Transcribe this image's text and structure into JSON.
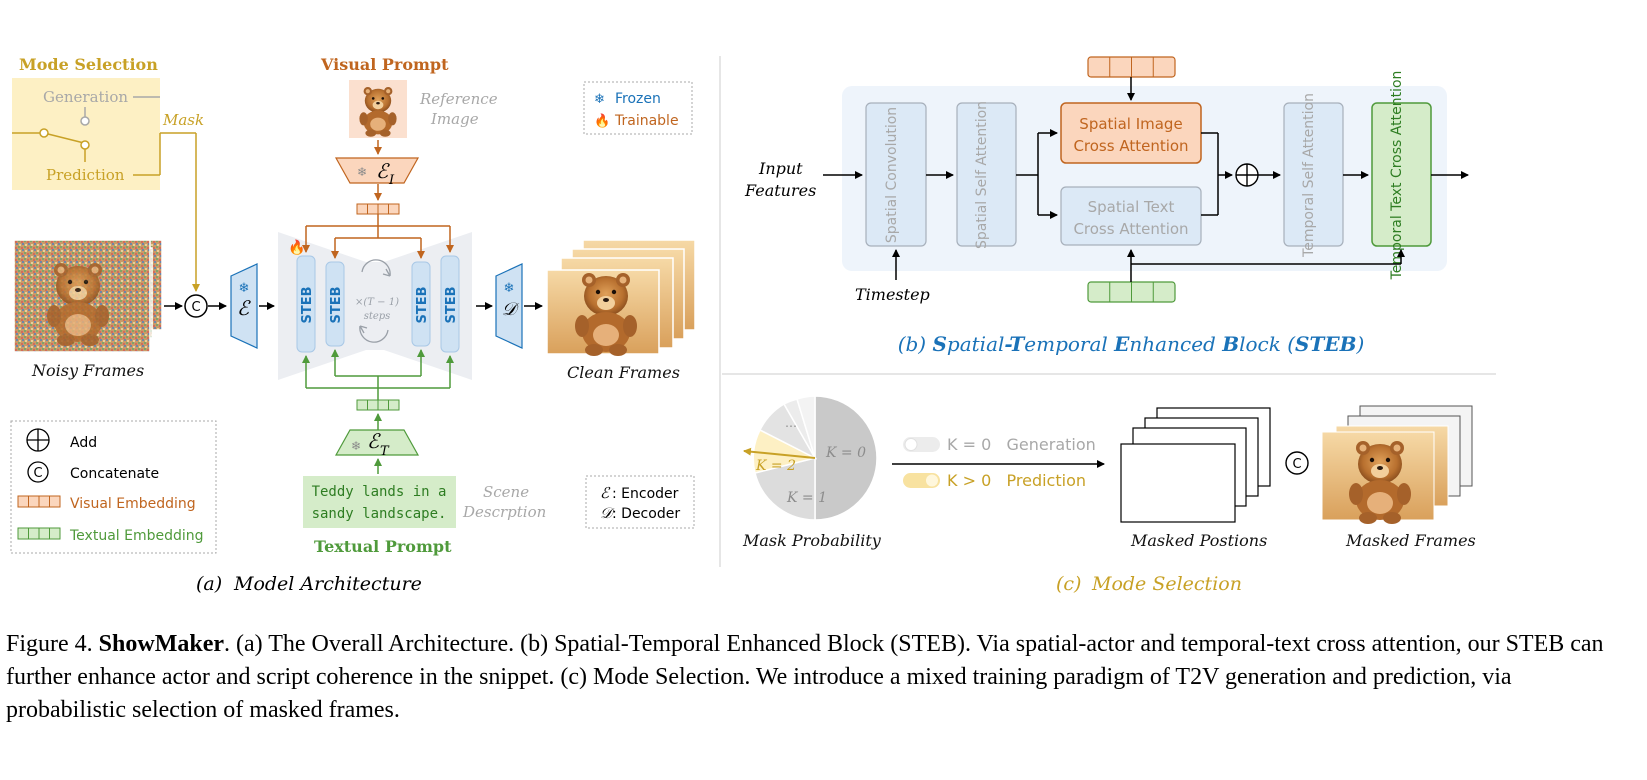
{
  "colors": {
    "yellow_fill": "#fdf0c4",
    "gold": "#c8a126",
    "orange": "#c0651f",
    "orange_fill": "#fbd6bd",
    "blue": "#1a72b8",
    "blue_fill": "#cfe2f3",
    "light_blue_bg": "#eef4fb",
    "green": "#4f9a3b",
    "green_fill": "#d5ecc9",
    "gray_text": "#a8a8a8"
  },
  "icons": {
    "frozen": "snowflake-icon",
    "trainable": "flame-icon",
    "add": "circled-plus-icon",
    "concatenate": "circled-c-icon"
  },
  "panel_a": {
    "mode_selection_title": "Mode Selection",
    "generation": "Generation",
    "prediction": "Prediction",
    "mask": "Mask",
    "visual_prompt_title": "Visual Prompt",
    "reference_image_1": "Reference",
    "reference_image_2": "Image",
    "frozen": "Frozen",
    "trainable": "Trainable",
    "encoder_image": "ℰ",
    "encoder_image_sub": "I",
    "encoder_text": "ℰ",
    "encoder_text_sub": "T",
    "encoder_symbol": "ℰ",
    "decoder_symbol": "𝒟",
    "concat_symbol": "C",
    "steb": "STEB",
    "steps_1": "×(T − 1)",
    "steps_2": "steps",
    "noisy_frames": "Noisy Frames",
    "clean_frames": "Clean Frames",
    "legend_add": "Add",
    "legend_concatenate": "Concatenate",
    "legend_visual_embedding": "Visual Embedding",
    "legend_textual_embedding": "Textual  Embedding",
    "prompt_line_1": "Teddy lands in a",
    "prompt_line_2": "sandy landscape.",
    "scene_1": "Scene",
    "scene_2": "Descrption",
    "encoder_label": ": Encoder",
    "decoder_label": ": Decoder",
    "textual_prompt_title": "Textual Prompt",
    "subtitle_prefix": "(a)",
    "subtitle": "Model Architecture"
  },
  "panel_b": {
    "input_1": "Input",
    "input_2": "Features",
    "timestep": "Timestep",
    "spatial_convolution": "Spatial Convolution",
    "spatial_self_attention": "Spatial Self Attention",
    "spatial_image_1": "Spatial Image",
    "spatial_image_2": "Cross Attention",
    "spatial_text_1": "Spatial Text",
    "spatial_text_2": "Cross Attention",
    "temporal_self_attention": "Temporal Self Attention",
    "temporal_text_cross_attention": "Temporal Text Cross Attention",
    "subtitle_prefix": "(b)",
    "subtitle_parts": [
      "S",
      "patial",
      "-T",
      "emporal ",
      "E",
      "nhanced ",
      "B",
      "lock (",
      "STEB",
      ")"
    ]
  },
  "panel_c": {
    "pie_k0": "K = 0",
    "pie_k1": "K = 1",
    "pie_k2": "K = 2",
    "pie_dots": "…",
    "mask_probability": "Mask Probability",
    "row_generation": "K = 0   Generation",
    "row_prediction": "K > 0   Prediction",
    "masked_positions": "Masked Postions",
    "masked_frames": "Masked Frames",
    "concat_symbol": "C",
    "subtitle_prefix": "(c)",
    "subtitle": "Mode Selection"
  },
  "caption": {
    "figure_label": "Figure 4.",
    "name": "ShowMaker",
    "body": ". (a) The Overall Architecture. (b) Spatial-Temporal Enhanced Block (STEB). Via spatial-actor and temporal-text cross attention, our STEB can further enhance actor and script coherence in the snippet. (c) Mode Selection. We introduce a mixed training paradigm of T2V generation and prediction, via probabilistic selection of masked frames."
  }
}
